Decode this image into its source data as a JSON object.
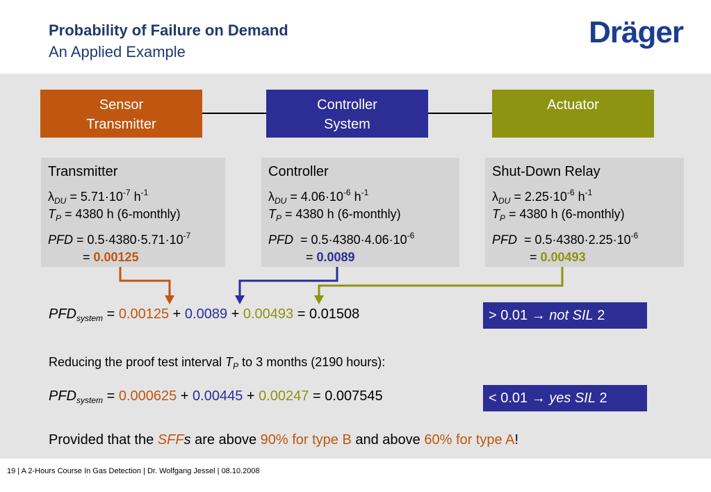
{
  "header": {
    "title": "Probability of Failure on Demand",
    "subtitle": "An Applied Example",
    "logo": "Dräger"
  },
  "blocks": {
    "sensor": [
      "Sensor",
      "Transmitter"
    ],
    "controller": [
      "Controller",
      "System"
    ],
    "actuator": [
      "Actuator"
    ]
  },
  "cards": [
    {
      "title": "Transmitter",
      "lambda_label": "λ",
      "lambda_sub": "DU",
      "lambda_eq": " = 5.71·10",
      "lambda_exp": "-7",
      "lambda_unit": " h",
      "lambda_unit_exp": "-1",
      "tp_label": "T",
      "tp_sub": "P",
      "tp_value": " = 4380 h (6-monthly)",
      "pfd_label": "PFD",
      "pfd_expr": "= 0.5·4380·5.71·10",
      "pfd_exp": "-7",
      "result_eq": "= ",
      "result": "0.00125"
    },
    {
      "title": "Controller",
      "lambda_label": "λ",
      "lambda_sub": "DU",
      "lambda_eq": " = 4.06·10",
      "lambda_exp": "-6",
      "lambda_unit": " h",
      "lambda_unit_exp": "-1",
      "tp_label": "T",
      "tp_sub": "P",
      "tp_value": " = 4380 h (6-monthly)",
      "pfd_label": "PFD",
      "pfd_expr": " = 0.5·4380·4.06·10",
      "pfd_exp": "-6",
      "result_eq": "= ",
      "result": "0.0089"
    },
    {
      "title": "Shut-Down Relay",
      "lambda_label": "λ",
      "lambda_sub": "DU",
      "lambda_eq": " = 2.25·10",
      "lambda_exp": "-6",
      "lambda_unit": " h",
      "lambda_unit_exp": "-1",
      "tp_label": "T",
      "tp_sub": "P",
      "tp_value": " = 4380 h (6-monthly)",
      "pfd_label": "PFD",
      "pfd_expr": " = 0.5·4380·2.25·10",
      "pfd_exp": "-6",
      "result_eq": "= ",
      "result": "0.00493"
    }
  ],
  "formula1": {
    "pfd": "PFD",
    "sub": "system",
    "eq": " = ",
    "v1": "0.00125",
    "plus1": " + ",
    "v2": "0.0089",
    "plus2": " + ",
    "v3": "0.00493",
    "total": " = 0.01508"
  },
  "result1": {
    "prefix": "> 0.01 → ",
    "italic": "not SIL",
    "suffix": " 2"
  },
  "reduce": {
    "prefix": "Reducing the proof test interval ",
    "tp": "T",
    "tp_sub": "P",
    "suffix": " to 3 months (2190 hours):"
  },
  "formula2": {
    "pfd": "PFD",
    "sub": "system",
    "eq": " = ",
    "v1": "0.000625",
    "plus1": " + ",
    "v2": "0.00445",
    "plus2": " + ",
    "v3": "0.00247",
    "total": " = 0.007545"
  },
  "result2": {
    "prefix": "< 0.01 → ",
    "italic": "yes SIL",
    "suffix": " 2"
  },
  "provided": {
    "p1": "Provided that the ",
    "sff": "SFF",
    "s": "s",
    "p2": " are above ",
    "v1": "90% for type B",
    "p3": " and above ",
    "v2": "60% for type A",
    "p4": "!"
  },
  "footer": "19  |  A  2-Hours Course In Gas Detection  |  Dr. Wolfgang Jessel  |  08.10.2008",
  "colors": {
    "orange": "#c0560f",
    "blue": "#2d2d96",
    "green": "#8c9412",
    "title": "#1f3a6e"
  }
}
